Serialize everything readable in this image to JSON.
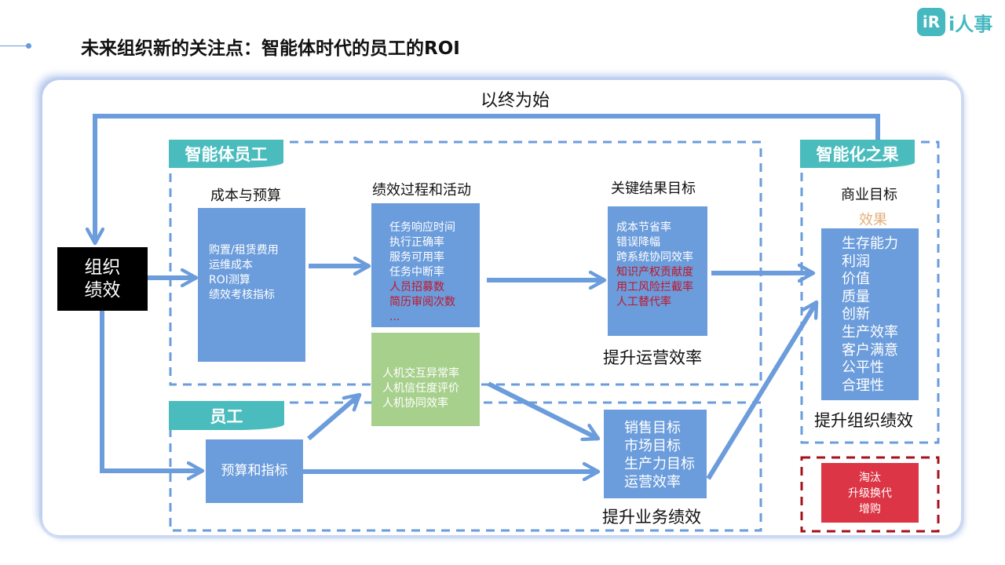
{
  "header": {
    "title": "未来组织新的关注点：智能体时代的员工的ROI",
    "logo_mark": "iR",
    "logo_text": "i人事"
  },
  "loop_label": "以终为始",
  "org_performance": {
    "line1": "组织",
    "line2": "绩效"
  },
  "agent_section": {
    "tag": "智能体员工",
    "cost": {
      "heading": "成本与预算",
      "items": [
        "购置/租赁费用",
        "运维成本",
        "ROI测算",
        "绩效考核指标"
      ]
    },
    "process": {
      "heading": "绩效过程和活动",
      "items": [
        "任务响应时间",
        "执行正确率",
        "服务可用率",
        "任务中断率"
      ],
      "highlight_items": [
        "人员招募数",
        "简历审阅次数",
        "..."
      ]
    },
    "results": {
      "heading": "关键结果目标",
      "items": [
        "成本节省率",
        "错误降幅",
        "跨系统协同效率"
      ],
      "highlight_items": [
        "知识产权贡献度",
        "用工风险拦截率",
        "人工替代率"
      ],
      "footer": "提升运营效率"
    }
  },
  "collab_box": {
    "items": [
      "人机交互异常率",
      "人机信任度评价",
      "人机协同效率"
    ]
  },
  "employee_section": {
    "tag": "员工",
    "budget": "预算和指标",
    "targets": {
      "items": [
        "销售目标",
        "市场目标",
        "生产力目标",
        "运营效率"
      ],
      "footer": "提升业务绩效"
    }
  },
  "outcome_section": {
    "tag": "智能化之果",
    "heading": "商业目标",
    "subheading": "效果",
    "items": [
      "生存能力",
      "利润",
      "价值",
      "质量",
      "创新",
      "生产效率",
      "客户满意",
      "公平性",
      "合理性"
    ],
    "footer": "提升组织绩效"
  },
  "action_box": {
    "items": [
      "淘汰",
      "升级换代",
      "增购"
    ]
  },
  "colors": {
    "box_blue": "#6b9cdb",
    "tag_teal": "#4bbcbd",
    "green": "#a8d08d",
    "red_box": "#dc3545",
    "highlight_red": "#c0172b",
    "effect_orange": "#e3b07a",
    "dashed_red": "#a5121a"
  }
}
